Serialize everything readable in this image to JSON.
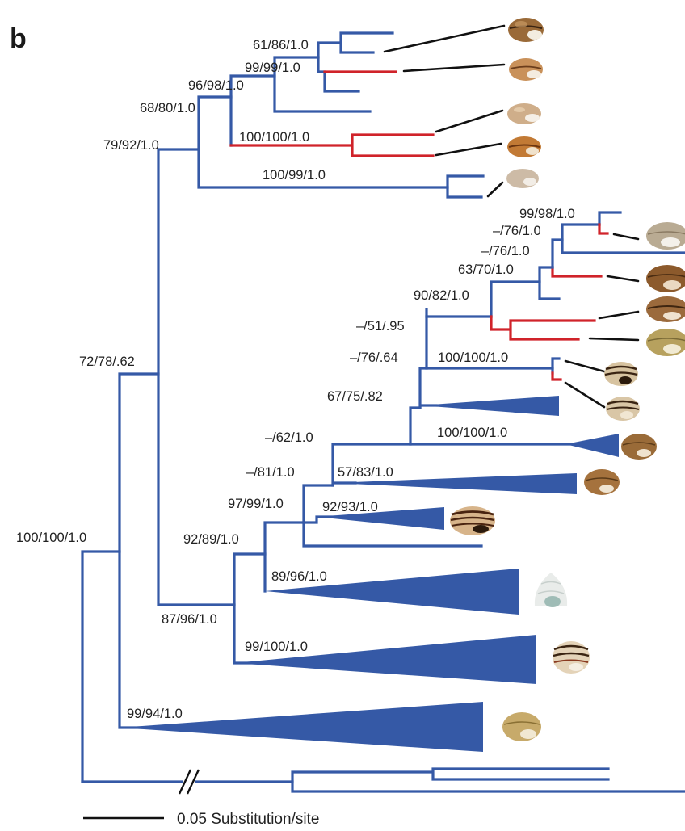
{
  "panel_label": "b",
  "scale_bar": {
    "text": "0.05 Substitution/site"
  },
  "colors": {
    "blue_branch": "#3559a6",
    "red_branch": "#d0232a",
    "collapsed_clade": "#3559a6"
  },
  "support_values": [
    "61/86/1.0",
    "99/99/1.0",
    "96/98/1.0",
    "68/80/1.0",
    "79/92/1.0",
    "100/100/1.0",
    "100/99/1.0",
    "99/98/1.0",
    "–/76/1.0",
    "–/76/1.0",
    "63/70/1.0",
    "90/82/1.0",
    "–/51/.95",
    "–/76/.64",
    "100/100/1.0",
    "67/75/.82",
    "100/100/1.0",
    "–/62/1.0",
    "–/81/1.0",
    "57/83/1.0",
    "97/99/1.0",
    "92/93/1.0",
    "92/89/1.0",
    "89/96/1.0",
    "87/96/1.0",
    "99/100/1.0",
    "72/78/.62",
    "100/100/1.0",
    "99/94/1.0"
  ],
  "shell_images": [
    "brown-banded-shell-icon",
    "tan-banded-shell-icon",
    "pale-tan-shell-icon",
    "orange-banded-shell-icon",
    "pale-grey-shell-icon",
    "grey-shell-icon",
    "brown-shell-icon",
    "brown-banded-shell-icon",
    "olive-shell-icon",
    "striped-shell-icon",
    "striped-shell-icon",
    "brown-shell-icon",
    "brown-shell-icon",
    "striped-shell-icon",
    "white-shell-icon",
    "striped-shell-icon",
    "olive-shell-icon"
  ]
}
